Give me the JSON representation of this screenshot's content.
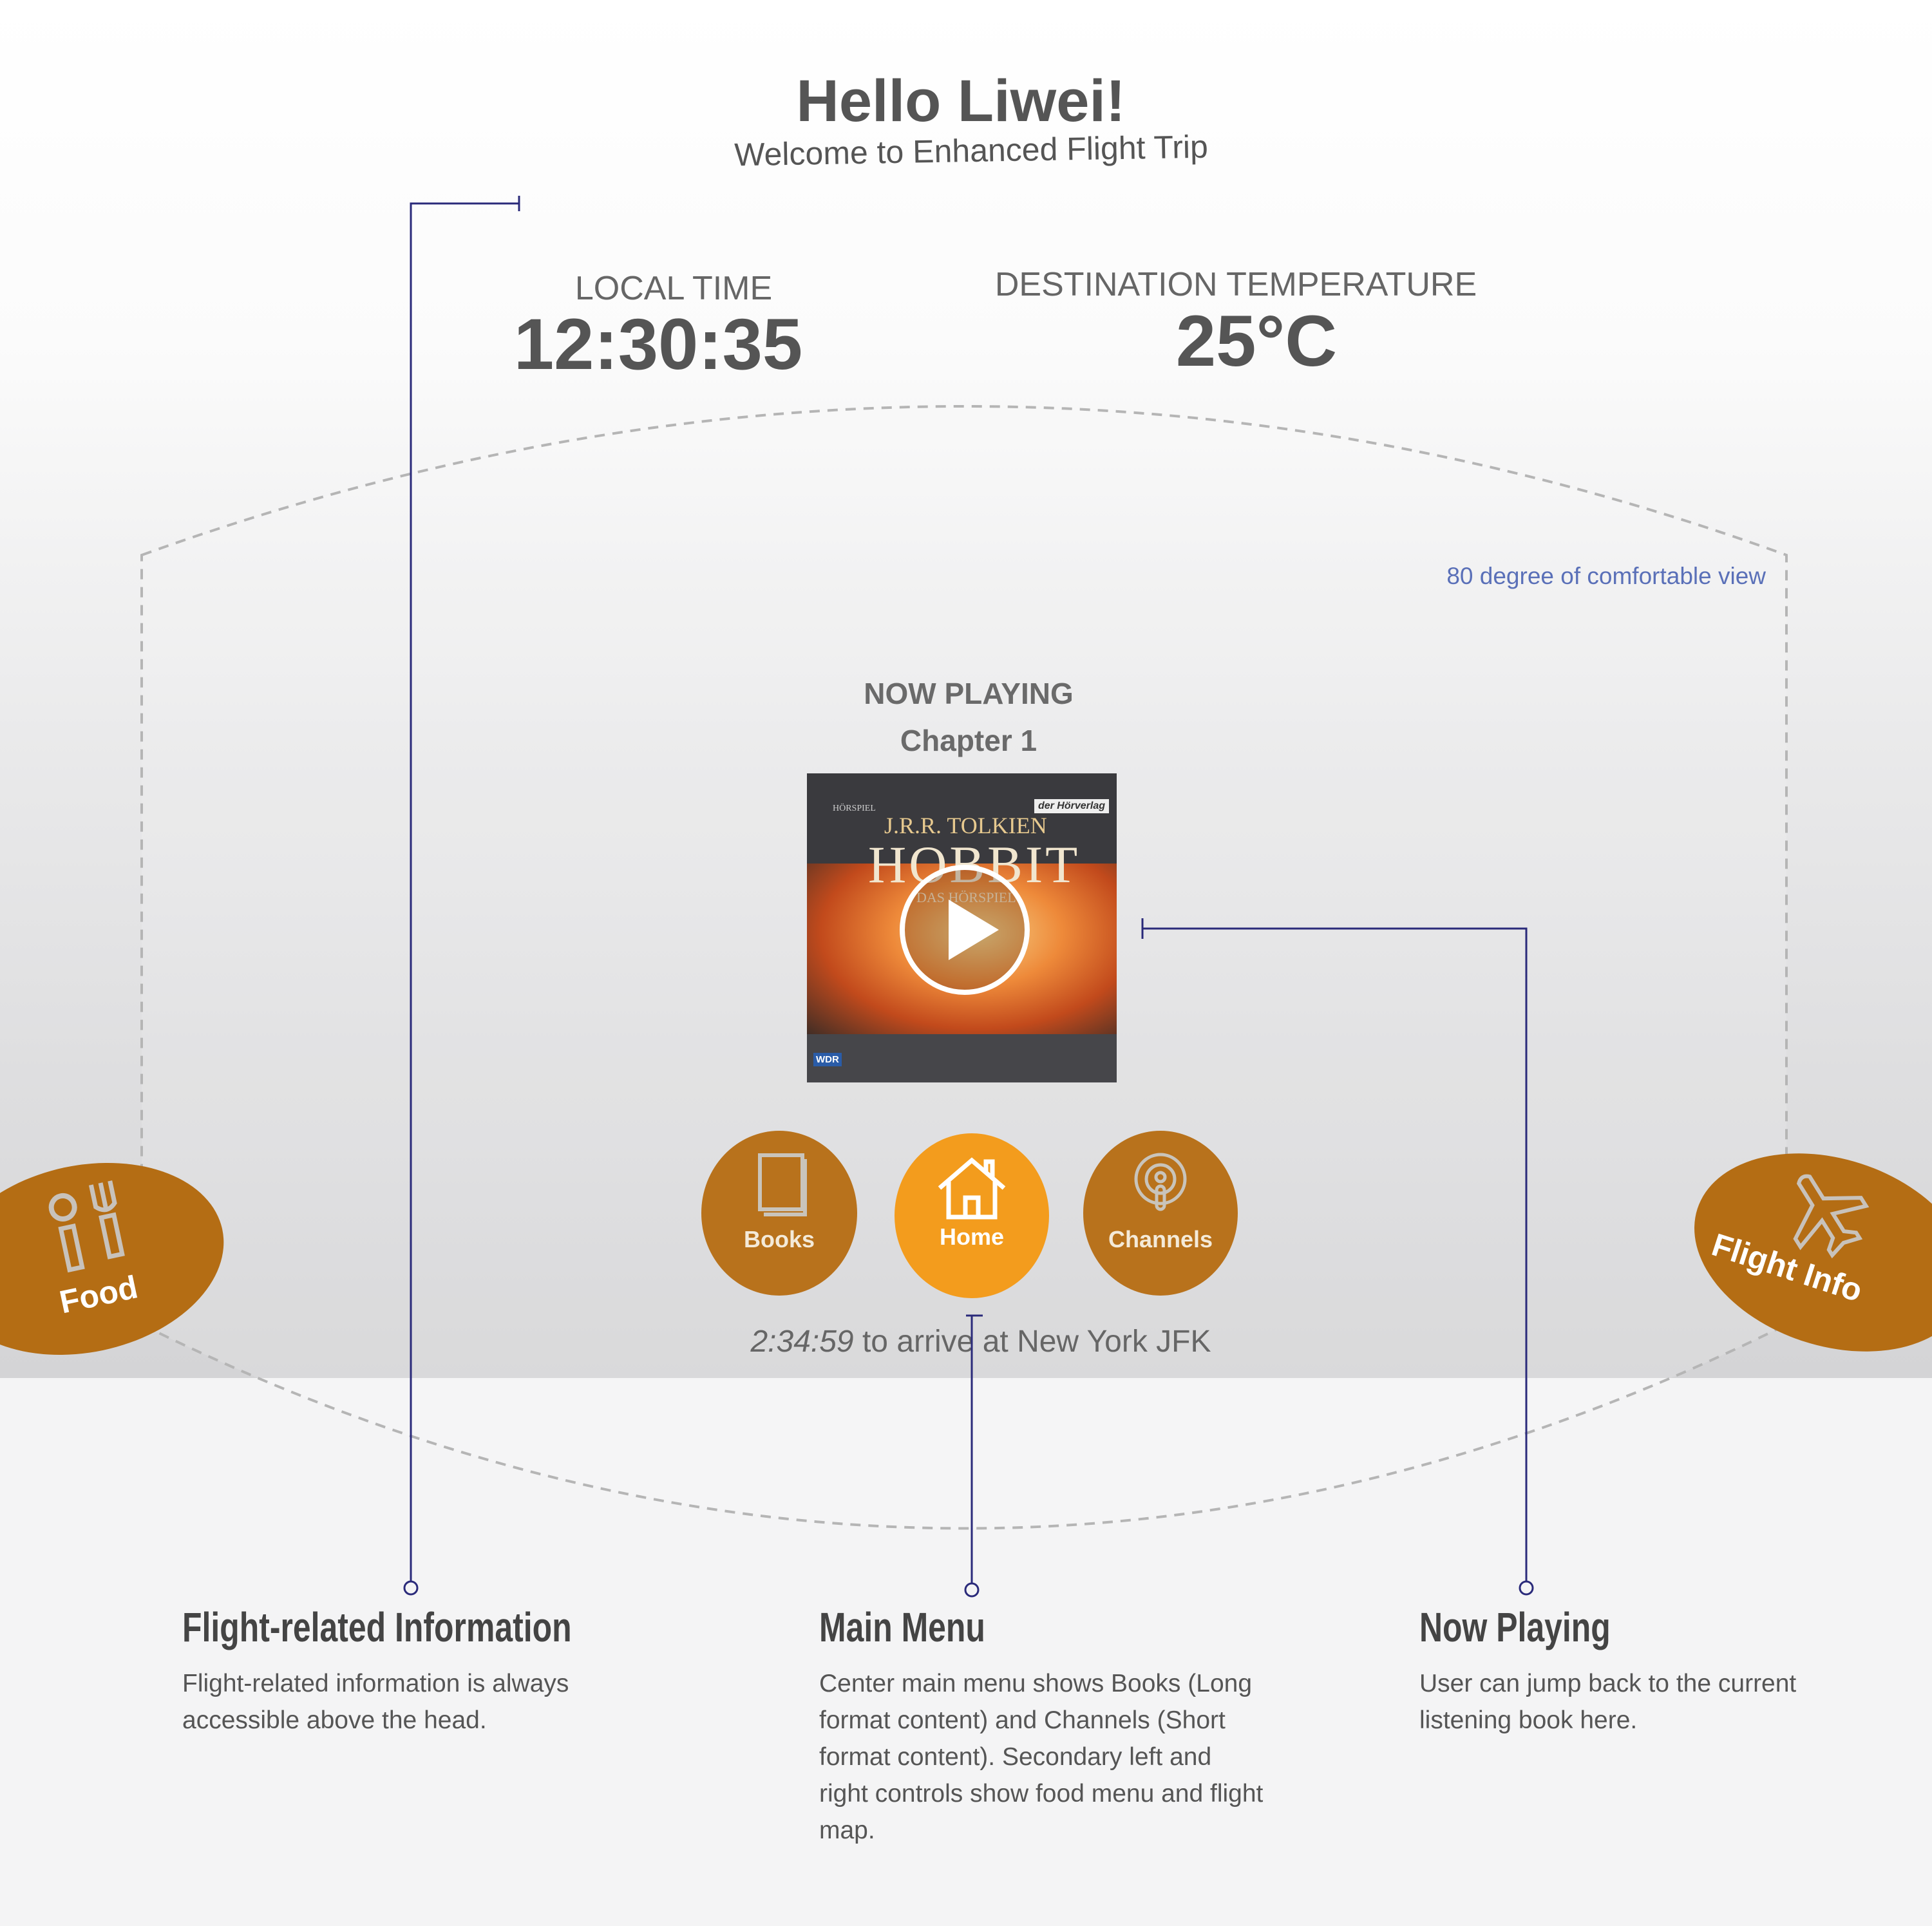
{
  "header": {
    "greeting": "Hello Liwei!",
    "subtitle": "Welcome to Enhanced Flight Trip"
  },
  "info": {
    "local_time_label": "LOCAL TIME",
    "local_time": "12:30:35",
    "temp_label": "DESTINATION TEMPERATURE",
    "temp": "25°C"
  },
  "view_note": "80 degree of comfortable view",
  "now_playing": {
    "label": "NOW PLAYING",
    "chapter": "Chapter 1",
    "cover": {
      "kicker": "HÖRSPIEL",
      "author": "J.R.R. TOLKIEN",
      "title": "HOBBIT",
      "subtitle": "DAS HÖRSPIEL",
      "publisher": "der Hörverlag",
      "badge": "WDR"
    }
  },
  "menu": [
    {
      "label": "Books",
      "icon": "book-icon"
    },
    {
      "label": "Home",
      "icon": "home-icon",
      "active": true
    },
    {
      "label": "Channels",
      "icon": "podcast-icon"
    }
  ],
  "side": {
    "left": "Food",
    "right": "Flight Info"
  },
  "arrival": {
    "time": "2:34:59",
    "text": " to arrive at New York JFK"
  },
  "annotations": [
    {
      "title": "Flight-related Information",
      "body": "Flight-related information is always accessible above the head."
    },
    {
      "title": "Main Menu",
      "body": "Center main menu shows Books (Long format content) and Channels (Short format content). Secondary left and right controls show food menu and flight map."
    },
    {
      "title": "Now Playing",
      "body": "User can jump back to the current listening book here."
    }
  ],
  "colors": {
    "accent": "#f39c1d",
    "button": "#b8721c",
    "line": "#2a2a7a",
    "note": "#5a70b8"
  }
}
